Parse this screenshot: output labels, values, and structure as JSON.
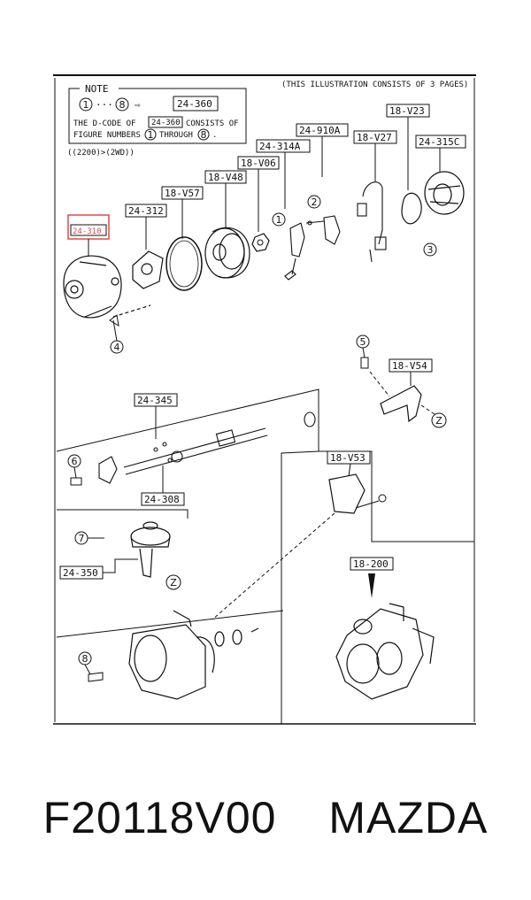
{
  "header": {
    "illustration_note": "(THIS ILLUSTRATION CONSISTS OF  3 PAGES)"
  },
  "note": {
    "title": "NOTE",
    "range_from": "1",
    "range_to": "8",
    "range_dots": "···",
    "arrow": "⇨",
    "dcode": "24-360",
    "line1_prefix": "THE D-CODE OF",
    "line1_code": "24-360",
    "line1_suffix": "CONSISTS OF",
    "line2_prefix": "FIGURE NUMBERS",
    "line2_from": "1",
    "line2_mid": "THROUGH",
    "line2_to": "8",
    "line2_end": ".",
    "condition": "((2200)>(2WD))"
  },
  "part_labels": {
    "p24_310": "24-310",
    "p24_312": "24-312",
    "p18_V57": "18-V57",
    "p18_V48": "18-V48",
    "p18_V06": "18-V06",
    "p24_314A": "24-314A",
    "p24_910A": "24-910A",
    "p18_V27": "18-V27",
    "p18_V23": "18-V23",
    "p24_315C": "24-315C",
    "p18_V54": "18-V54",
    "p24_345": "24-345",
    "p24_308": "24-308",
    "p18_V53": "18-V53",
    "p24_350": "24-350",
    "p18_200": "18-200"
  },
  "callouts": {
    "c1": "1",
    "c2": "2",
    "c3": "3",
    "c4": "4",
    "c5": "5",
    "c6": "6",
    "c7": "7",
    "c8": "8",
    "cz1": "Z",
    "cz2": "Z"
  },
  "highlight_color": "#e04848",
  "caption": {
    "part_number": "F20118V00",
    "brand": "MAZDA"
  }
}
